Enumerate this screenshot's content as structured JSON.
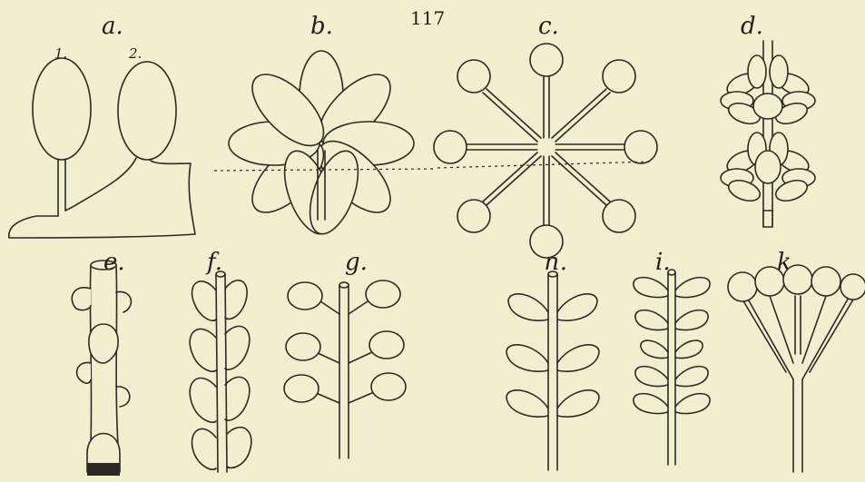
{
  "page_number": "117",
  "figure_labels": {
    "a": "a.",
    "b": "b.",
    "c": "c.",
    "d": "d.",
    "e": "e.",
    "f": "f.",
    "g": "g.",
    "h": "h.",
    "i": "i.",
    "k": "k."
  },
  "sub_labels": {
    "one": "1.",
    "two": "2."
  }
}
